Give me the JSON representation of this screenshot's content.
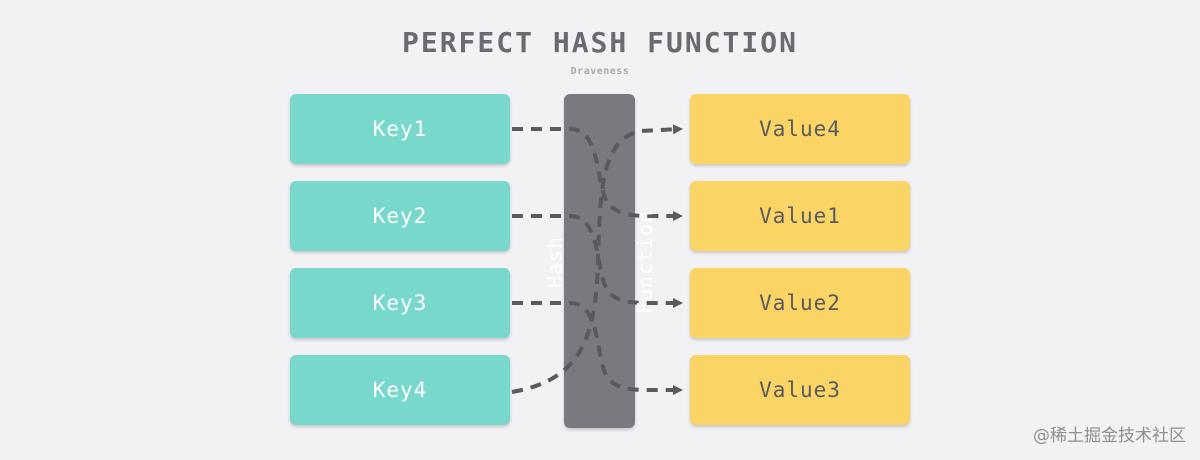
{
  "diagram": {
    "title": "PERFECT HASH FUNCTION",
    "subtitle": "Draveness",
    "keys": [
      "Key1",
      "Key2",
      "Key3",
      "Key4"
    ],
    "values": [
      "Value4",
      "Value1",
      "Value2",
      "Value3"
    ],
    "hash_function": {
      "line1": "Hash",
      "line2": "Function"
    },
    "mappings": [
      {
        "from": "Key1",
        "to": "Value1"
      },
      {
        "from": "Key2",
        "to": "Value2"
      },
      {
        "from": "Key3",
        "to": "Value3"
      },
      {
        "from": "Key4",
        "to": "Value4"
      }
    ],
    "colors": {
      "background": "#f2f2f4",
      "key_fill": "#78d8cc",
      "value_fill": "#fad566",
      "hash_fill": "#7a797f",
      "arrow": "#5a5a5e"
    }
  },
  "watermark": "@稀土掘金技术社区"
}
